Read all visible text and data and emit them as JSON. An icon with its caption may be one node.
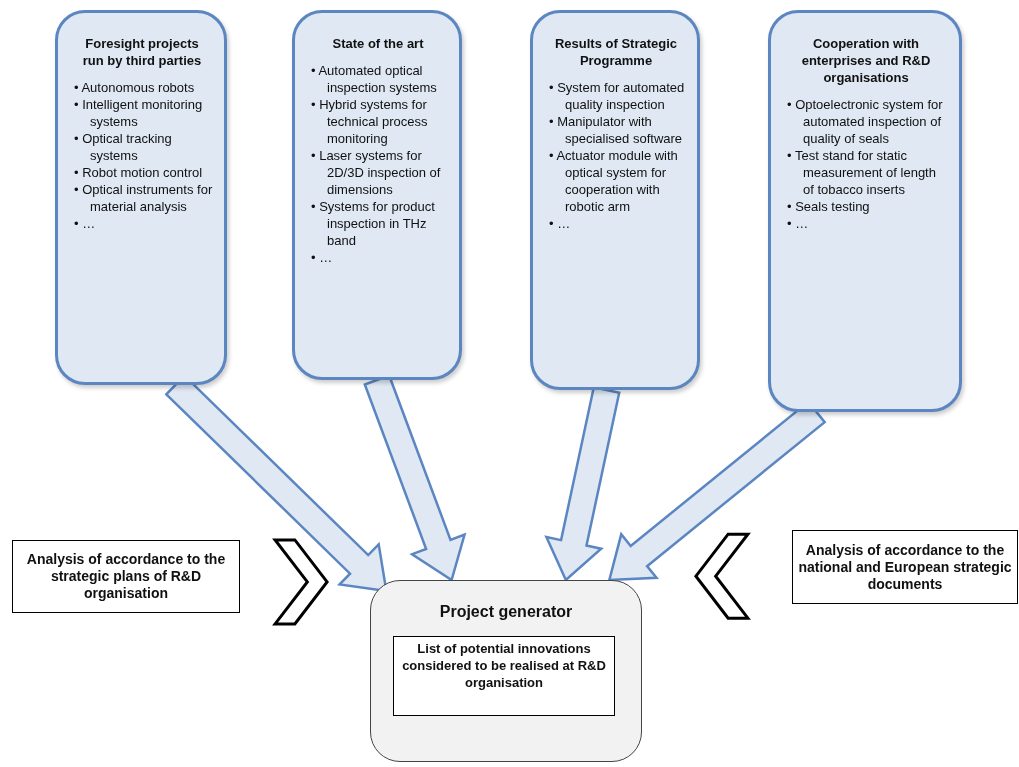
{
  "diagram": {
    "nodes": [
      {
        "text": [
          "Foresight projects run by third parties",
          "• Autonomous robots",
          "• Intelligent monitoring systems",
          "• Optical tracking systems",
          "• Robot motion control",
          "• Optical instruments for material analysis",
          "• …"
        ]
      },
      {
        "text": [
          "State of the art",
          "• Automated optical inspection systems",
          "• Hybrid systems for technical process monitoring",
          "• Laser systems for 2D/3D inspection of dimensions",
          "• Systems for product inspection in THz band",
          "• …"
        ]
      },
      {
        "text": [
          "Results of Strategic Programme",
          "• System for automated quality inspection",
          "• Manipulator with specialised software",
          "• Actuator module with optical system for cooperation with robotic arm",
          "• …"
        ]
      },
      {
        "text": [
          "Cooperation with enterprises and R&D organisations",
          "• Optoelectronic system for automated inspection of quality of seals",
          "• Test stand for static measurement of length of tobacco inserts",
          "• Seals testing",
          "• …"
        ]
      },
      {
        "text": [
          "Project generator"
        ]
      },
      {
        "text": [
          "List of potential innovations considered to be realised at R&D organisation"
        ],
        "in": 4
      },
      {
        "text": [
          "Analysis of accordance to the strategic plans of R&D organisation"
        ]
      },
      {
        "text": [
          "Analysis of accordance to the national and European strategic documents"
        ]
      }
    ],
    "edges": [
      {
        "from": 0,
        "to": 4,
        "arrow": "to",
        "style": "thick"
      },
      {
        "from": 1,
        "to": 4,
        "arrow": "to",
        "style": "thick"
      },
      {
        "from": 2,
        "to": 4,
        "arrow": "to",
        "style": "thick"
      },
      {
        "from": 3,
        "to": 4,
        "arrow": "to",
        "style": "thick"
      },
      {
        "from": 6,
        "to": 4,
        "arrow": "to",
        "color": "#000000"
      },
      {
        "from": 7,
        "to": 4,
        "arrow": "to",
        "color": "#000000"
      }
    ]
  }
}
